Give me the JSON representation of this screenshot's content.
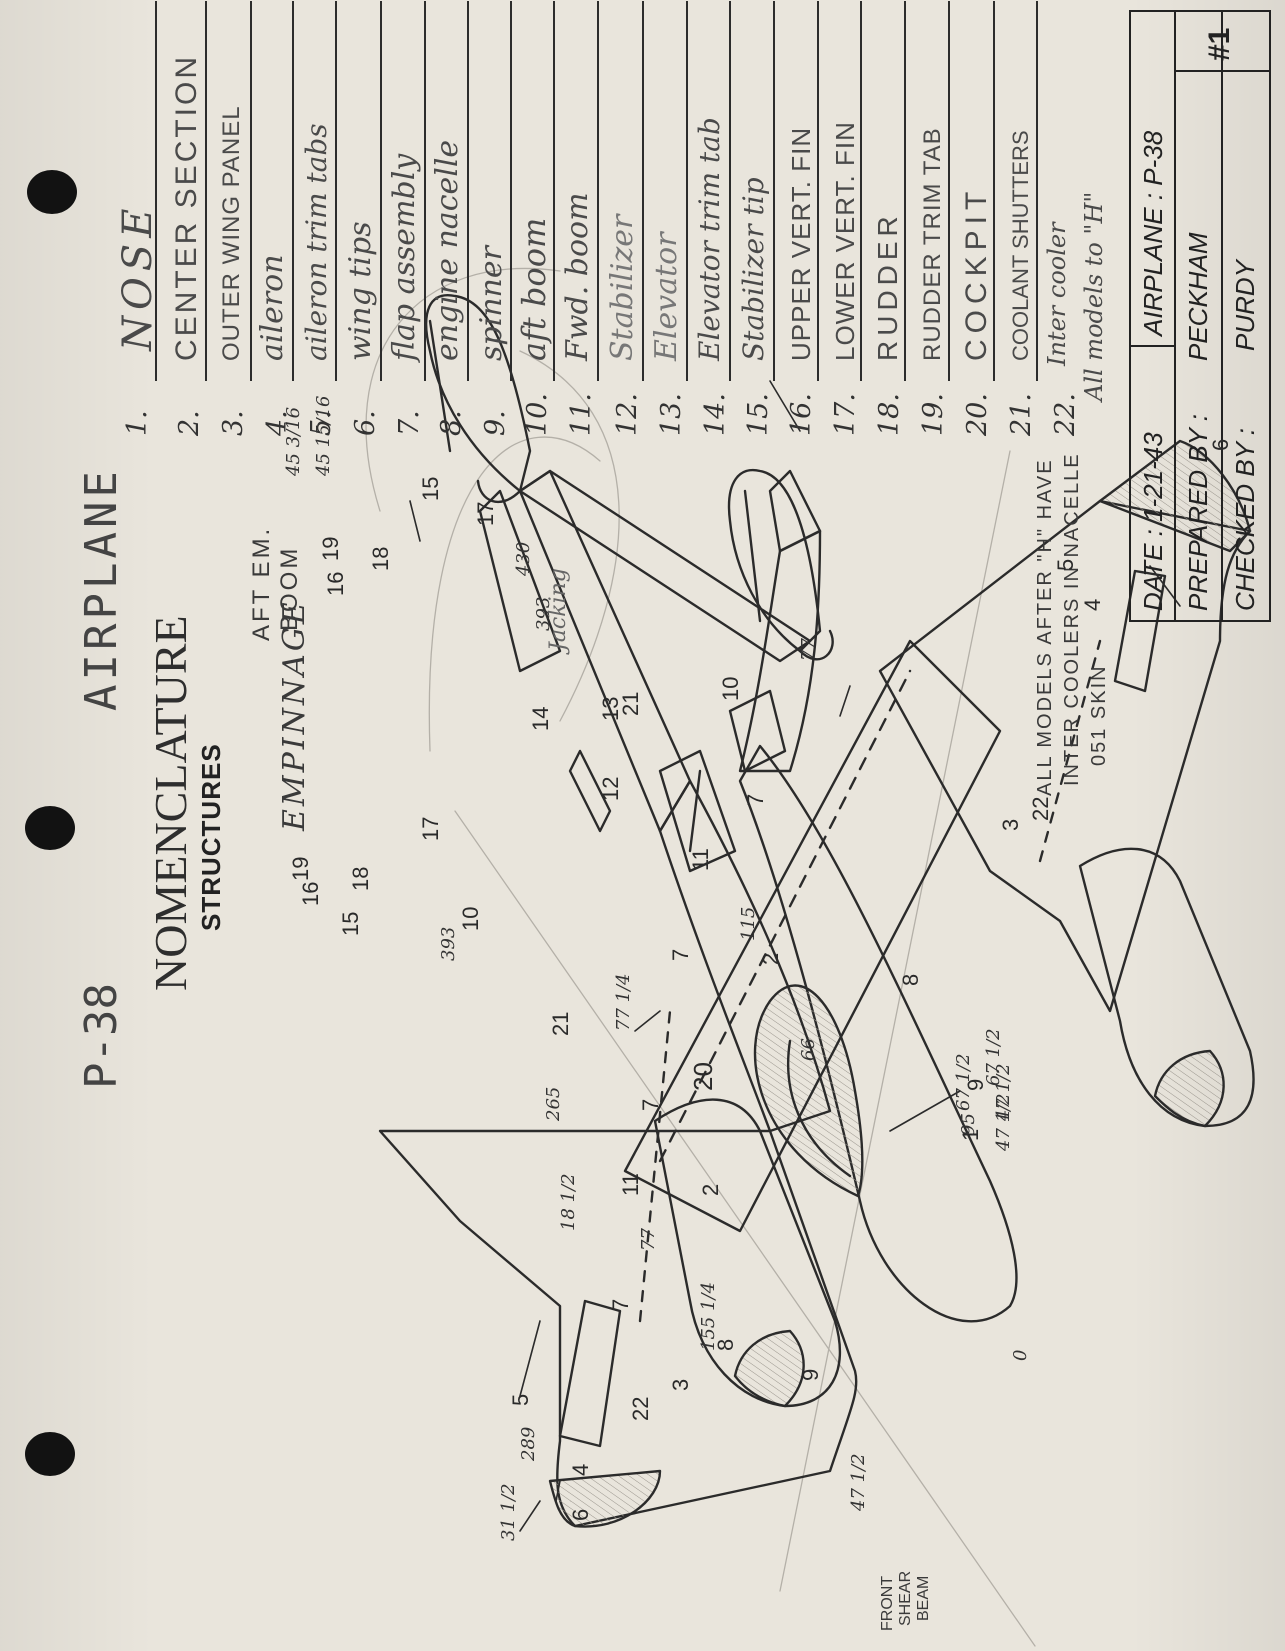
{
  "header": {
    "model": "P-38",
    "category": "AIRPLANE",
    "title": "NOMENCLATURE",
    "subtitle": "STRUCTURES"
  },
  "nomenclature": [
    {
      "number": "1.",
      "label": "NOSE"
    },
    {
      "number": "2.",
      "label": "CENTER SECTION"
    },
    {
      "number": "3.",
      "label": "OUTER WING PANEL"
    },
    {
      "number": "4.",
      "label": "aileron"
    },
    {
      "number": "5.",
      "label": "aileron trim tabs"
    },
    {
      "number": "6.",
      "label": "wing tips"
    },
    {
      "number": "7.",
      "label": "flap assembly"
    },
    {
      "number": "8.",
      "label": "engine nacelle"
    },
    {
      "number": "9.",
      "label": "spinner"
    },
    {
      "number": "10.",
      "label": "aft boom"
    },
    {
      "number": "11.",
      "label": "Fwd. boom"
    },
    {
      "number": "12.",
      "label": "Stabilizer"
    },
    {
      "number": "13.",
      "label": "Elevator"
    },
    {
      "number": "14.",
      "label": "Elevator trim tab"
    },
    {
      "number": "15.",
      "label": "Stabilizer tip"
    },
    {
      "number": "16.",
      "label": "UPPER VERT. FIN"
    },
    {
      "number": "17.",
      "label": "LOWER VERT. FIN"
    },
    {
      "number": "18.",
      "label": "RUDDER"
    },
    {
      "number": "19.",
      "label": "RUDDER TRIM TAB"
    },
    {
      "number": "20.",
      "label": "COCKPIT"
    },
    {
      "number": "21.",
      "label": "COOLANT SHUTTERS"
    },
    {
      "number": "22.",
      "label": "Inter cooler",
      "label2": "All models to \"H\""
    }
  ],
  "title_block": {
    "date": "DATE : 1-21-43",
    "airplane": "AIRPLANE : P-38",
    "prepared_label": "PREPARED BY :",
    "prepared_by": "PECKHAM",
    "checked_label": "CHECKED BY :",
    "checked_by": "PURDY",
    "sheet": "#1"
  },
  "notes": {
    "models": [
      "ALL MODELS AFTER \"H\" HAVE",
      "INTER COOLERS IN NACELLE",
      "051 SKIN"
    ],
    "empennage": "EMPINNAGE",
    "aft_em_boom": [
      "AFT EM.",
      "BOOM"
    ],
    "jacking": "Jacking",
    "front_shear_beam": [
      "FRONT",
      "SHEAR",
      "BEAM"
    ]
  },
  "callouts": [
    "1",
    "2",
    "2",
    "3",
    "3",
    "4",
    "4",
    "5",
    "5",
    "6",
    "6",
    "7",
    "7",
    "7",
    "7",
    "8",
    "8",
    "9",
    "9",
    "10",
    "10",
    "11",
    "11",
    "12",
    "13",
    "14",
    "15",
    "15",
    "16",
    "16",
    "17",
    "17",
    "18",
    "18",
    "19",
    "19",
    "20",
    "21",
    "21",
    "22",
    "22"
  ],
  "dimensions": [
    "0",
    "95",
    "47 1/2",
    "67 1/2",
    "77",
    "155 1/4",
    "18 1/2",
    "289",
    "31 1/2",
    "47 1/2",
    "265",
    "77 1/4",
    "66",
    "77",
    "115",
    "393",
    "393",
    "430",
    "45 3/16",
    "45 15/16",
    "67 1/2",
    "47 1/2"
  ]
}
